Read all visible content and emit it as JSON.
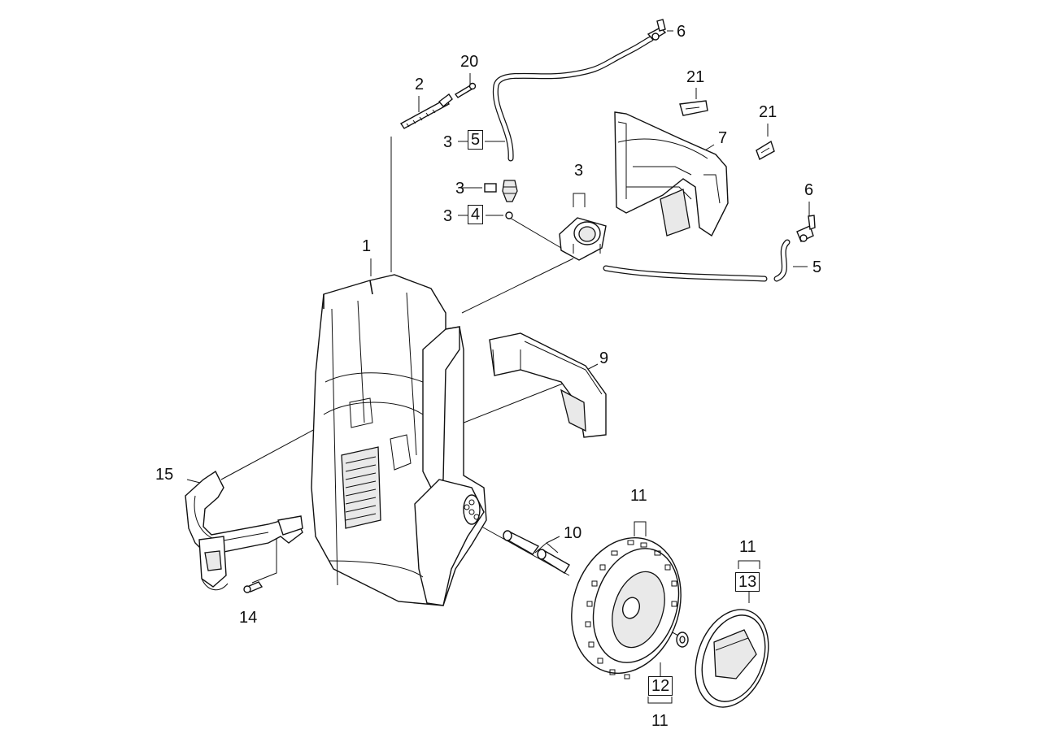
{
  "callouts": {
    "c1": "1",
    "c2": "2",
    "c20": "20",
    "c6a": "6",
    "c6b": "6",
    "c21a": "21",
    "c21b": "21",
    "c7": "7",
    "c3a": "3",
    "c5a": "5",
    "c3b": "3",
    "c3c": "3",
    "c4": "4",
    "c3d": "3",
    "c5b": "5",
    "c9": "9",
    "c15": "15",
    "c14": "14",
    "c10": "10",
    "c11a": "11",
    "c11b": "11",
    "c13": "13",
    "c12": "12",
    "c11c": "11"
  }
}
